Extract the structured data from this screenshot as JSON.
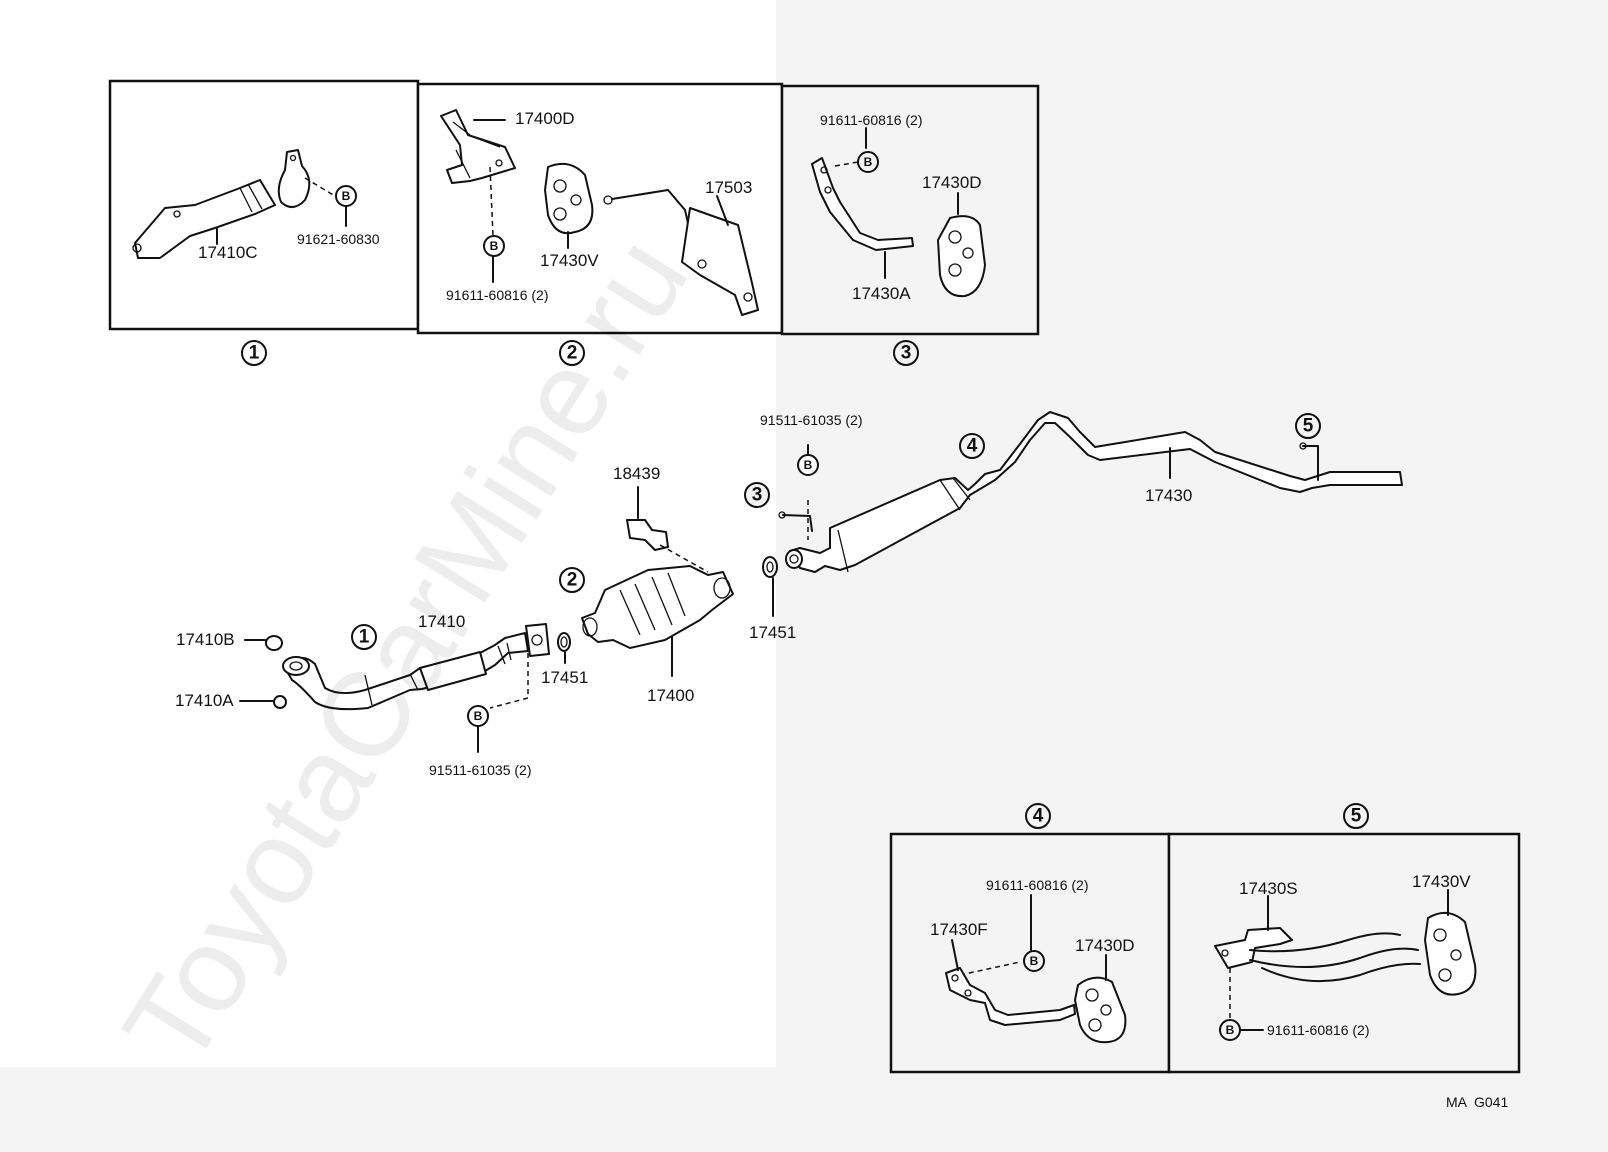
{
  "watermark": "ToyotaCarMine.ru",
  "diagram_code": "MA  G041",
  "bolt_symbol": "B",
  "detail_panels": [
    {
      "number": "1",
      "parts": [
        "17410C",
        "91621-60830"
      ]
    },
    {
      "number": "2",
      "parts": [
        "17400D",
        "17503",
        "17430V",
        "91611-60816 (2)"
      ]
    },
    {
      "number": "3",
      "parts": [
        "91611-60816 (2)",
        "17430D",
        "17430A"
      ]
    },
    {
      "number": "4",
      "parts": [
        "91611-60816 (2)",
        "17430F",
        "17430D"
      ]
    },
    {
      "number": "5",
      "parts": [
        "17430S",
        "17430V",
        "91611-60816 (2)"
      ]
    }
  ],
  "main_assembly": {
    "callouts": [
      "1",
      "2",
      "3",
      "4",
      "5"
    ],
    "parts": [
      "17410B",
      "17410A",
      "17410",
      "91511-61035 (2)",
      "17451",
      "17400",
      "18439",
      "91511-61035 (2)",
      "17451",
      "17430"
    ]
  }
}
